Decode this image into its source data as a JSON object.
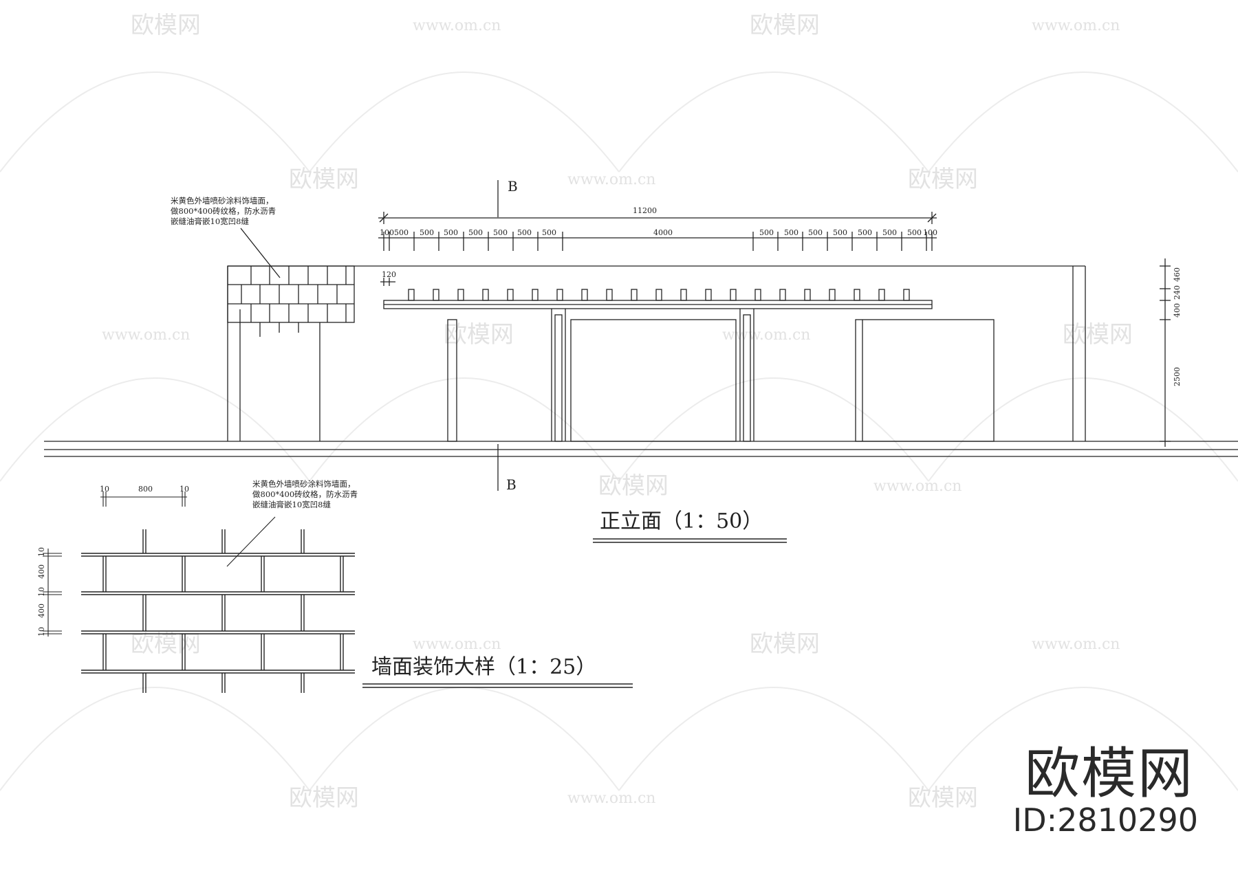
{
  "section_marker": {
    "top": "B",
    "bottom": "B"
  },
  "elevation": {
    "title": "正立面（1：50）",
    "overall_dim": "11200",
    "dims_left": [
      "100",
      "500",
      "500",
      "500",
      "500",
      "500",
      "500",
      "500"
    ],
    "dim_mid": "4000",
    "dims_right": [
      "500",
      "500",
      "500",
      "500",
      "500",
      "500",
      "500",
      "100"
    ],
    "beam_dim": "120",
    "right_dims": [
      "460",
      "240",
      "400",
      "2500"
    ],
    "wall_note": [
      "米黄色外墙喷砂涂料饰墙面，",
      "做800*400砖纹格，防水沥青",
      "嵌缝油膏嵌10宽凹8缝"
    ]
  },
  "detail": {
    "title": "墙面装饰大样（1：25）",
    "top_dims": [
      "10",
      "800",
      "10"
    ],
    "side_dims": [
      "10",
      "400",
      "10",
      "400",
      "10"
    ],
    "note": [
      "米黄色外墙喷砂涂料饰墙面，",
      "做800*400砖纹格，防水沥青",
      "嵌缝油膏嵌10宽凹8缝"
    ]
  },
  "watermark": {
    "brand": "欧模网",
    "site": "www.om.cn",
    "id": "ID:2810290"
  }
}
